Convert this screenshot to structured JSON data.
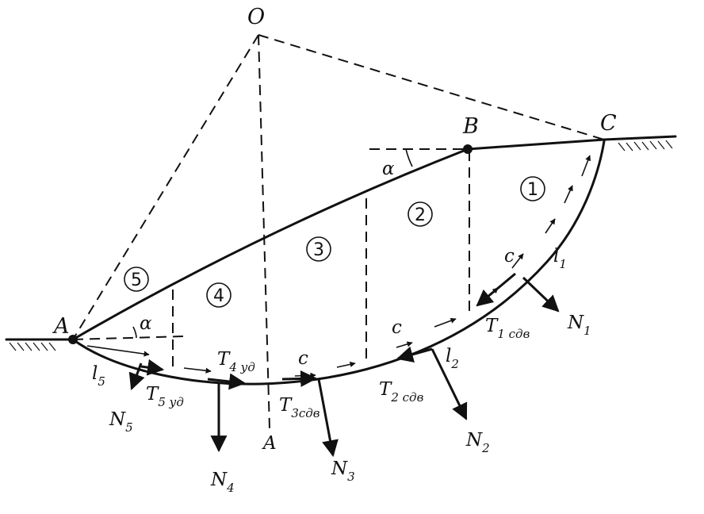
{
  "diagram": {
    "points": {
      "O": "O",
      "A_left": "A",
      "B": "B",
      "C": "C",
      "A_bottom": "A"
    },
    "angle_symbol": "α",
    "slices": [
      "1",
      "2",
      "3",
      "4",
      "5"
    ],
    "cohesion": "c",
    "forces": {
      "N1": {
        "main": "N",
        "sub": "1"
      },
      "N2": {
        "main": "N",
        "sub": "2"
      },
      "N3": {
        "main": "N",
        "sub": "3"
      },
      "N4": {
        "main": "N",
        "sub": "4"
      },
      "N5": {
        "main": "N",
        "sub": "5"
      },
      "T1": {
        "main": "T",
        "sub": "1 сдв"
      },
      "T2": {
        "main": "T",
        "sub": "2 сдв"
      },
      "T3": {
        "main": "T",
        "sub": "3сдв"
      },
      "T4": {
        "main": "T",
        "sub": "4 уд"
      },
      "T5": {
        "main": "T",
        "sub": "5 уд"
      },
      "l1": {
        "main": "l",
        "sub": "1"
      },
      "l2": {
        "main": "l",
        "sub": "2"
      },
      "l5": {
        "main": "l",
        "sub": "5"
      }
    }
  }
}
